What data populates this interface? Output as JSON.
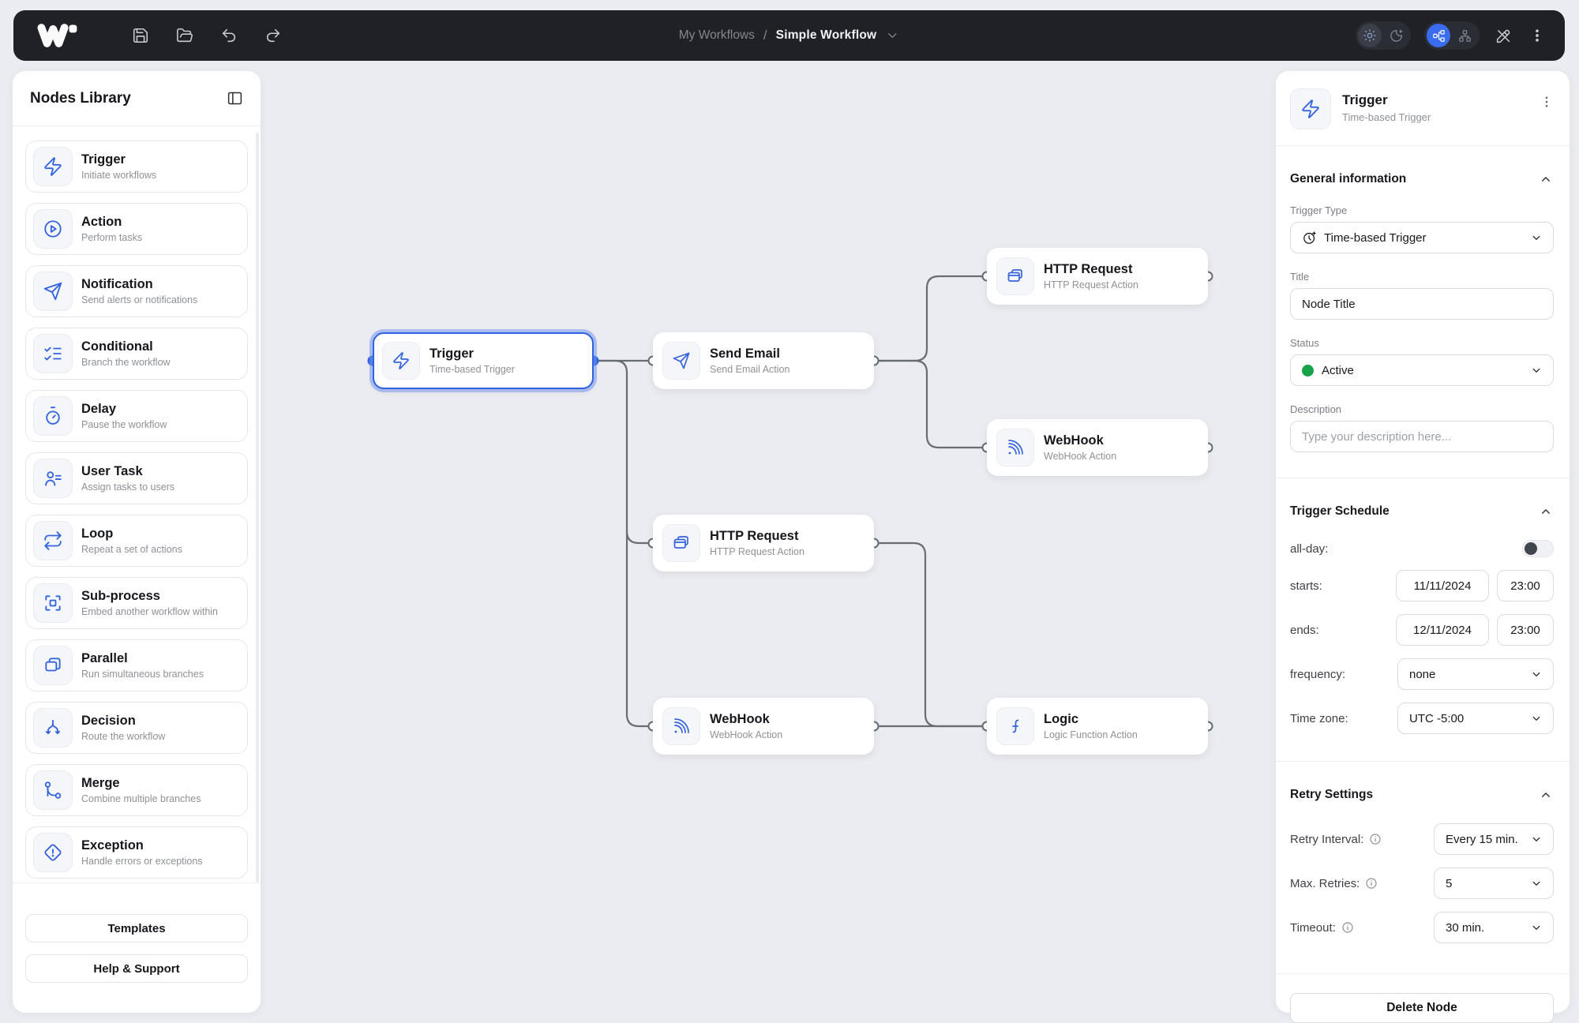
{
  "colors": {
    "accent": "#2e63e3",
    "icon_blue": "#3464dd",
    "status_active": "#17a24a",
    "topbar_bg": "#1f2127",
    "edge": "#686c73"
  },
  "topbar": {
    "breadcrumb": {
      "parent": "My Workflows",
      "separator": "/",
      "current": "Simple Workflow"
    },
    "icons": [
      "save-icon",
      "folder-open-icon",
      "undo-icon",
      "redo-icon",
      "sun-icon",
      "moon-icon",
      "flow-horizontal-icon",
      "flow-vertical-icon",
      "pen-off-icon",
      "kebab-menu-icon"
    ]
  },
  "library": {
    "title": "Nodes Library",
    "items": [
      {
        "title": "Trigger",
        "desc": "Initiate workflows",
        "icon": "lightning-icon"
      },
      {
        "title": "Action",
        "desc": "Perform tasks",
        "icon": "play-circle-icon"
      },
      {
        "title": "Notification",
        "desc": "Send alerts or notifications",
        "icon": "send-icon"
      },
      {
        "title": "Conditional",
        "desc": "Branch the workflow",
        "icon": "list-checks-icon"
      },
      {
        "title": "Delay",
        "desc": "Pause the workflow",
        "icon": "timer-icon"
      },
      {
        "title": "User Task",
        "desc": "Assign tasks to users",
        "icon": "user-task-icon"
      },
      {
        "title": "Loop",
        "desc": "Repeat a set of actions",
        "icon": "repeat-icon"
      },
      {
        "title": "Sub-process",
        "desc": "Embed another workflow within",
        "icon": "frame-icon"
      },
      {
        "title": "Parallel",
        "desc": "Run simultaneous branches",
        "icon": "copy-icon"
      },
      {
        "title": "Decision",
        "desc": "Route the workflow",
        "icon": "split-icon"
      },
      {
        "title": "Merge",
        "desc": "Combine multiple branches",
        "icon": "git-merge-icon"
      },
      {
        "title": "Exception",
        "desc": "Handle errors or exceptions",
        "icon": "alert-diamond-icon"
      }
    ],
    "templates_button": "Templates",
    "help_button": "Help & Support"
  },
  "canvas": {
    "nodes": [
      {
        "title": "Trigger",
        "subtitle": "Time-based Trigger",
        "icon": "lightning-icon",
        "selected": true
      },
      {
        "title": "Send Email",
        "subtitle": "Send Email Action",
        "icon": "send-icon",
        "selected": false
      },
      {
        "title": "HTTP Request",
        "subtitle": "HTTP Request Action",
        "icon": "browser-windows-icon",
        "selected": false
      },
      {
        "title": "WebHook",
        "subtitle": "WebHook Action",
        "icon": "rss-icon",
        "selected": false
      },
      {
        "title": "HTTP Request",
        "subtitle": "HTTP Request Action",
        "icon": "browser-windows-icon",
        "selected": false
      },
      {
        "title": "WebHook",
        "subtitle": "WebHook Action",
        "icon": "rss-icon",
        "selected": false
      },
      {
        "title": "Logic",
        "subtitle": "Logic Function Action",
        "icon": "function-icon",
        "selected": false
      }
    ]
  },
  "inspector": {
    "header": {
      "title": "Trigger",
      "subtitle": "Time-based Trigger"
    },
    "general": {
      "heading": "General information",
      "trigger_type_label": "Trigger Type",
      "trigger_type_value": "Time-based Trigger",
      "title_label": "Title",
      "title_value": "Node Title",
      "status_label": "Status",
      "status_value": "Active",
      "description_label": "Description",
      "description_placeholder": "Type your description here..."
    },
    "schedule": {
      "heading": "Trigger Schedule",
      "all_day_label": "all-day:",
      "starts_label": "starts:",
      "starts_date": "11/11/2024",
      "starts_time": "23:00",
      "ends_label": "ends:",
      "ends_date": "12/11/2024",
      "ends_time": "23:00",
      "frequency_label": "frequency:",
      "frequency_value": "none",
      "timezone_label": "Time zone:",
      "timezone_value": "UTC -5:00"
    },
    "retry": {
      "heading": "Retry Settings",
      "rows": [
        {
          "label": "Retry Interval:",
          "value": "Every 15 min."
        },
        {
          "label": "Max. Retries:",
          "value": "5"
        },
        {
          "label": "Timeout:",
          "value": "30 min."
        }
      ]
    },
    "delete_button": "Delete Node"
  }
}
